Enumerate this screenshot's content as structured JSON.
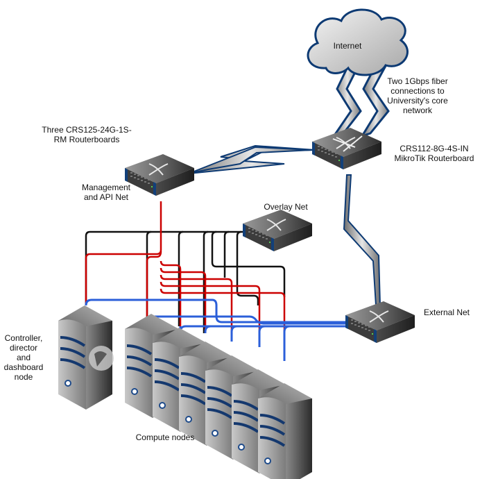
{
  "labels": {
    "internet": "Internet",
    "fiber": "Two 1Gbps fiber\nconnections to\nUniversity's core\nnetwork",
    "core_router": "CRS112-8G-4S-IN\nMikroTik Routerboard",
    "switches_desc": "Three CRS125-24G-1S-\nRM Routerboards",
    "mgmt_net": "Management\nand API Net",
    "overlay_net": "Overlay Net",
    "external_net": "External Net",
    "controller": "Controller,\ndirector\nand\ndashboard\nnode",
    "compute": "Compute nodes"
  },
  "nodes": {
    "internet": {
      "type": "cloud-icon"
    },
    "core_router": {
      "type": "router-icon",
      "model": "CRS112-8G-4S-IN"
    },
    "mgmt_switch": {
      "type": "switch-icon",
      "network": "Management and API Net"
    },
    "overlay_switch": {
      "type": "switch-icon",
      "network": "Overlay Net"
    },
    "external_switch": {
      "type": "switch-icon",
      "network": "External Net"
    },
    "controller": {
      "type": "server-icon",
      "role": "Controller, director and dashboard node"
    },
    "compute_count": 6
  },
  "links": {
    "internet_to_core": {
      "count": 2,
      "kind": "fiber"
    },
    "core_to_mgmt": {
      "kind": "uplink"
    },
    "core_to_external": {
      "kind": "uplink"
    }
  },
  "colors": {
    "management": "#cc0000",
    "overlay": "#111111",
    "external": "#2b5fd9",
    "outline": "#0d3a73",
    "bolt_fill": "#c8c8c8"
  }
}
